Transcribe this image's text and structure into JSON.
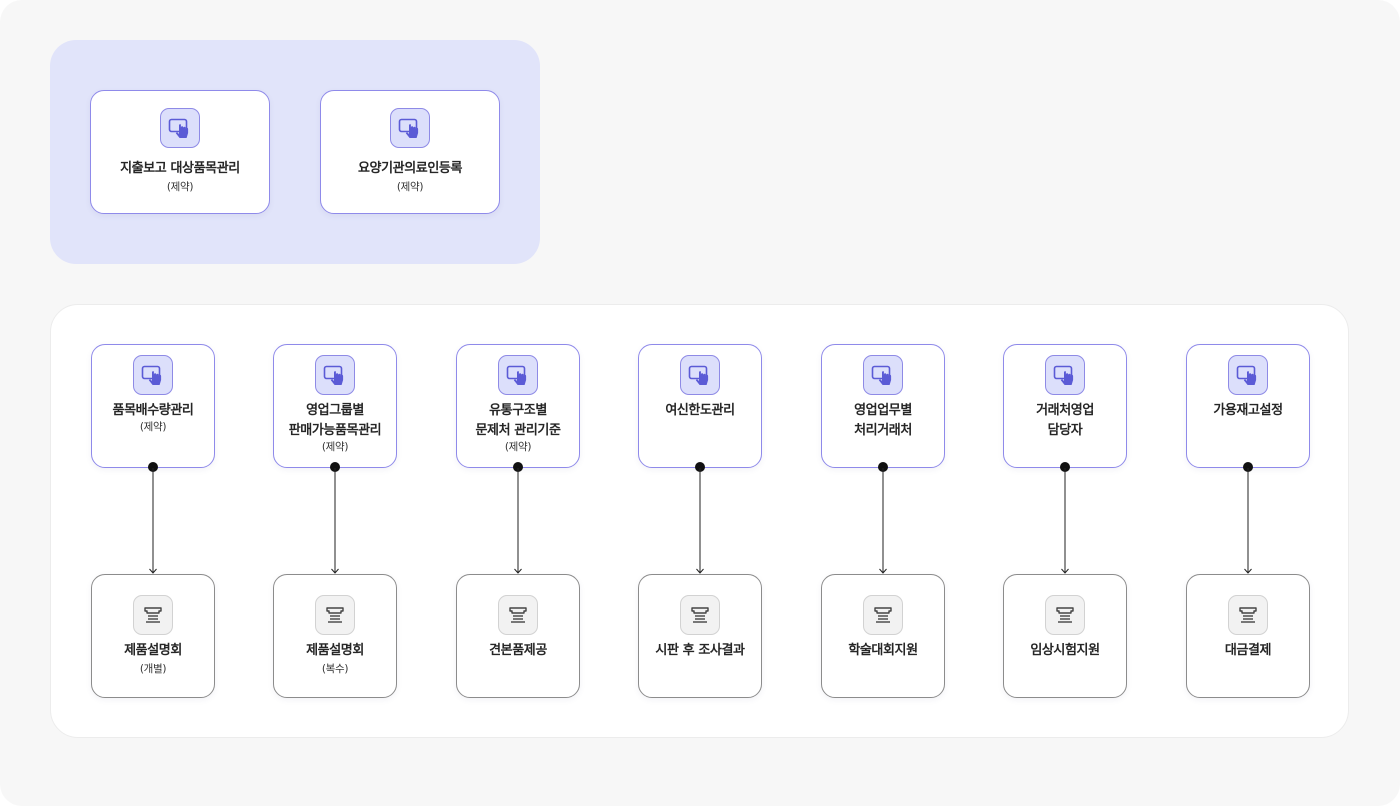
{
  "top_group": {
    "cards": [
      {
        "label": "지출보고 대상품목관리",
        "sub": "(제약)",
        "icon": "tap-screen-icon"
      },
      {
        "label": "요양기관의료인등록",
        "sub": "(제약)",
        "icon": "tap-screen-icon"
      }
    ]
  },
  "flow": {
    "columns": [
      {
        "top_lines": [
          "품목배수량관리"
        ],
        "top_sub": "(제약)",
        "bottom_label": "제품설명회",
        "bottom_sub": "(개별)"
      },
      {
        "top_lines": [
          "영업그룹별",
          "판매가능품목관리"
        ],
        "top_sub": "(제약)",
        "bottom_label": "제품설명회",
        "bottom_sub": "(복수)"
      },
      {
        "top_lines": [
          "유통구조별",
          "문제처 관리기준"
        ],
        "top_sub": "(제약)",
        "bottom_label": "견본품제공",
        "bottom_sub": ""
      },
      {
        "top_lines": [
          "여신한도관리"
        ],
        "top_sub": "",
        "bottom_label": "시판 후 조사결과",
        "bottom_sub": ""
      },
      {
        "top_lines": [
          "영업업무별",
          "처리거래처"
        ],
        "top_sub": "",
        "bottom_label": "학술대회지원",
        "bottom_sub": ""
      },
      {
        "top_lines": [
          "거래처영업",
          "담당자"
        ],
        "top_sub": "",
        "bottom_label": "임상시험지원",
        "bottom_sub": ""
      },
      {
        "top_lines": [
          "가용재고설정"
        ],
        "top_sub": "",
        "bottom_label": "대금결제",
        "bottom_sub": ""
      }
    ],
    "top_icon": "tap-screen-icon",
    "bottom_icon": "stand-display-icon"
  },
  "colors": {
    "accent_purple": "#8f8aea",
    "panel_lavender": "#e1e4fa",
    "icon_fill_purple": "#5b5bd6",
    "border_gray": "#8c8c8c"
  }
}
